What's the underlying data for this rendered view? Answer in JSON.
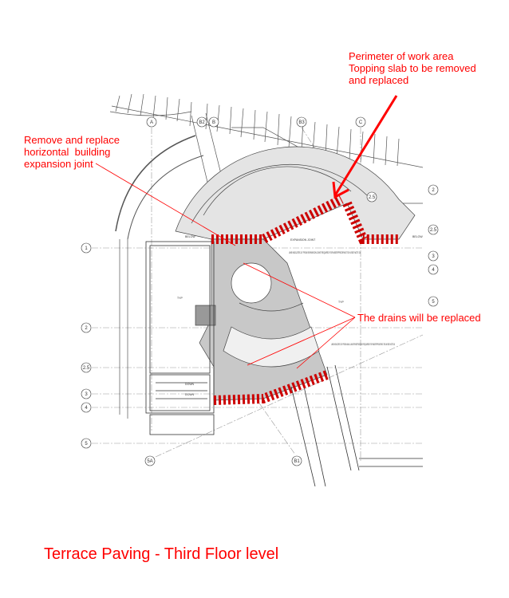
{
  "annotations": {
    "perimeter": [
      "Perimeter of work area",
      "Topping slab to be removed",
      "and replaced"
    ],
    "expansion_joint": [
      "Remove and replace",
      "horizontal  building",
      "expansion joint"
    ],
    "drains": "The drains will be replaced"
  },
  "title": "Terrace Paving - Third Floor level",
  "grid_labels": {
    "top": [
      "A",
      "B2",
      "B",
      "B3",
      "C",
      "2.5"
    ],
    "left": [
      "1",
      "2",
      "2.5",
      "3",
      "4",
      "5"
    ],
    "right": [
      "2",
      "2.5",
      "3",
      "4",
      "5"
    ],
    "bottom": [
      "5A",
      "B1"
    ]
  },
  "plan_notes": {
    "below_left": "BELOW",
    "below_right": "BELOW",
    "expansion": "EXPANSION JOINT",
    "line_note_1": "LINE INDICATES 24\" FROM EXPANSION JOINT REQUIRED FOR WATERPROOFING TIE-IN SEE NOTE 24",
    "line_note_2": "LINE INDICATES 24\" FROM WALLS AND PENETRATIONS REQUIRED FOR WATERPROOFING TIE-IN SEE NOTE 18",
    "typ1": "TYP",
    "typ2": "TYP",
    "down1": "DOWN",
    "down2": "DOWN"
  },
  "colors": {
    "annotation": "#ff0000",
    "hatch": "#cc0000",
    "line": "#333333"
  }
}
